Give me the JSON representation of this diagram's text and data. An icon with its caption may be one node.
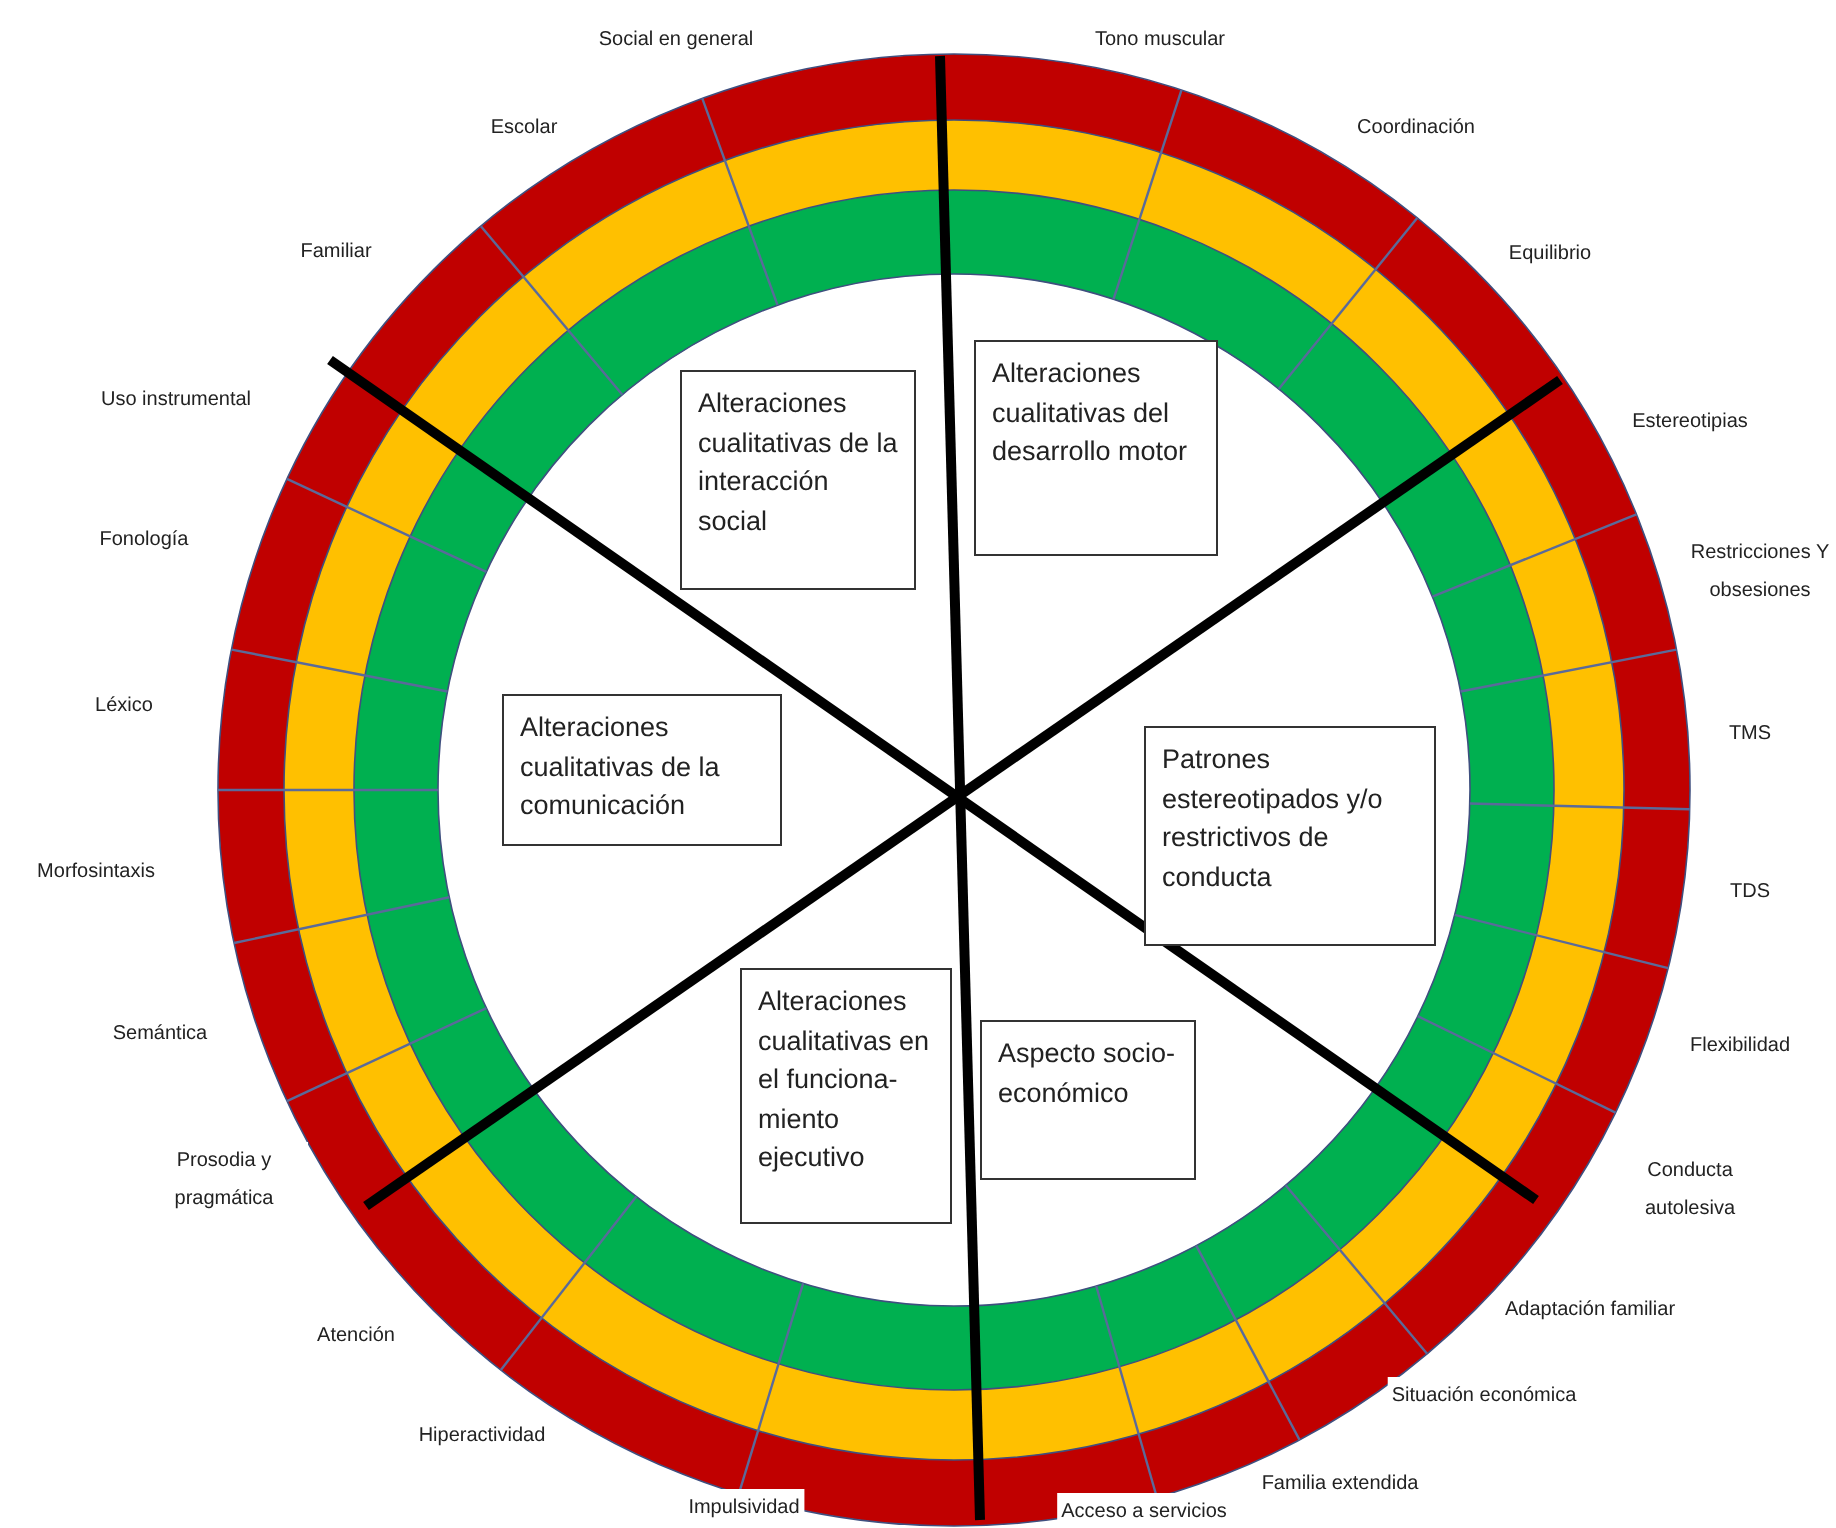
{
  "diagram": {
    "nodes": [
      {
        "text": [
          "Alteraciones cualitativas de la interacción social"
        ]
      },
      {
        "text": [
          "Alteraciones cualitativas del desarrollo motor"
        ]
      },
      {
        "text": [
          "Alteraciones cualitativas de la comunicación"
        ]
      },
      {
        "text": [
          "Patrones estereotipados y/o restrictivos de conducta"
        ]
      },
      {
        "text": [
          "Alteraciones cualitativas en el funciona- miento ejecutivo"
        ]
      },
      {
        "text": [
          "Aspecto socio- económico"
        ]
      }
    ],
    "labels": [
      "Social en general",
      "Tono muscular",
      "Escolar",
      "Coordinación",
      "Familiar",
      "Equilibrio",
      "Uso instrumental",
      "Estereotipias",
      "Fonología",
      "Restricciones Y obsesiones",
      "Léxico",
      "TMS",
      "Morfosintaxis",
      "TDS",
      "Semántica",
      "Flexibilidad",
      "Prosodia y pragmática",
      "Conducta autolesiva",
      "Atención",
      "Adaptación familiar",
      "Hiperactividad",
      "Situación económica",
      "Impulsividad",
      "Familia extendida",
      "Acceso a servicios"
    ]
  }
}
